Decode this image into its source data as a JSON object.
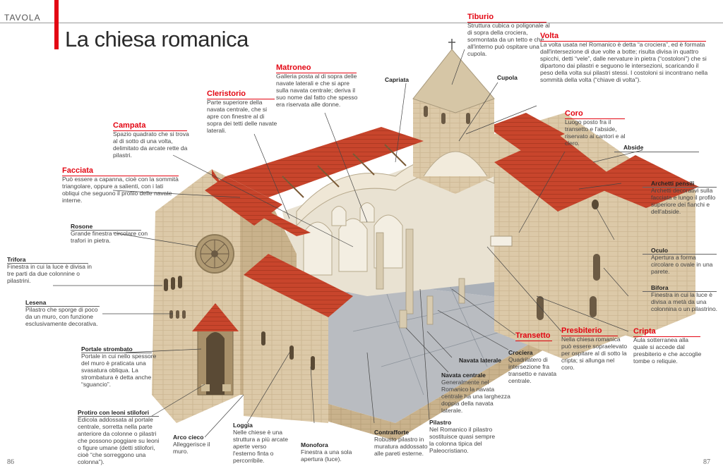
{
  "header": {
    "section": "TAVOLA",
    "title": "La chiesa romanica"
  },
  "pages": {
    "left": "86",
    "right": "87"
  },
  "colors": {
    "accent": "#e30613",
    "roof": "#c8452c",
    "stone": "#dcc9a8"
  },
  "labels": {
    "tiburio": {
      "title": "Tiburio",
      "text": "Struttura cubica o poligonale al di sopra della crociera, sormontata da un tetto e che all'interno può ospitare una cupola."
    },
    "volta": {
      "title": "Volta",
      "text": "La volta usata nel Romanico è detta “a crociera”, ed è formata dall'intersezione di due volte a botte; risulta divisa in quattro spicchi, detti “vele”, dalle nervature in pietra (“costoloni”) che si dipartono dai pilastri e seguono le intersezioni, scaricando il peso della volta sui pilastri stessi. I costoloni si incontrano nella sommità della volta (“chiave di volta”)."
    },
    "matroneo": {
      "title": "Matroneo",
      "text": "Galleria posta al di sopra delle navate laterali e che si apre sulla navata centrale; deriva il suo nome dal fatto che spesso era riservata alle donne."
    },
    "cleristorio": {
      "title": "Cleristorio",
      "text": "Parte superiore della navata centrale, che si apre con finestre al di sopra dei tetti delle navate laterali."
    },
    "campata": {
      "title": "Campata",
      "text": "Spazio quadrato che si trova al di sotto di una volta, delimitato da arcate rette da pilastri."
    },
    "facciata": {
      "title": "Facciata",
      "text": "Può essere a capanna, cioè con la sommità triangolare, oppure a salienti, con i lati obliqui che seguono il profilo delle navate interne."
    },
    "coro": {
      "title": "Coro",
      "text": "Luogo posto fra il transetto e l'abside, riservato ai cantori e al clero."
    },
    "capriata": {
      "title": "Capriata"
    },
    "cupola": {
      "title": "Cupola"
    },
    "abside": {
      "title": "Abside"
    },
    "rosone": {
      "title": "Rosone",
      "text": "Grande finestra circolare con trafori in pietra."
    },
    "trifora": {
      "title": "Trifora",
      "text": "Finestra in cui la luce è divisa in tre parti da due colonnine o pilastrini."
    },
    "lesena": {
      "title": "Lesena",
      "text": "Pilastro che sporge di poco da un muro, con funzione esclusivamente decorativa."
    },
    "portale": {
      "title": "Portale strombato",
      "text": "Portale in cui nello spessore del muro è praticata una svasatura obliqua. La strombatura è detta anche “sguancio”."
    },
    "protiro": {
      "title": "Protiro con leoni stilofori",
      "text": "Edicola addossata al portale centrale, sorretta nella parte anteriore da colonne o pilastri che possono poggiare su leoni o figure umane (detti stilofori, cioè “che sorreggono una colonna”)."
    },
    "arco_cieco": {
      "title": "Arco cieco",
      "text": "Alleggerisce il muro."
    },
    "loggia": {
      "title": "Loggia",
      "text": "Nelle chiese è una struttura a più arcate aperte verso l'esterno finta o percorribile."
    },
    "monofora": {
      "title": "Monofora",
      "text": "Finestra a una sola apertura (luce)."
    },
    "contrafforte": {
      "title": "Contrafforte",
      "text": "Robusto pilastro in muratura addossato alle pareti esterne."
    },
    "pilastro": {
      "title": "Pilastro",
      "text": "Nel Romanico il pilastro sostituisce quasi sempre la colonna tipica del Paleocristiano."
    },
    "navata_centrale": {
      "title": "Navata centrale",
      "text": "Generalmente nel Romanico la navata centrale ha una larghezza doppia della navata laterale."
    },
    "navata_laterale": {
      "title": "Navata laterale"
    },
    "crociera": {
      "title": "Crociera",
      "text": "Quadrilatero di intersezione fra transetto e navata centrale."
    },
    "transetto": {
      "title": "Transetto"
    },
    "presbiterio": {
      "title": "Presbiterio",
      "text": "Nella chiesa romanica può essere sopraelevato per ospitare al di sotto la cripta; si allunga nel coro."
    },
    "cripta": {
      "title": "Cripta",
      "text": "Aula sotterranea alla quale si accede dal presbiterio e che accoglie tombe o reliquie."
    },
    "archetti": {
      "title": "Archetti pensili",
      "text": "Archetti decorativi sulla facciata e lungo il profilo superiore dei fianchi e dell'abside."
    },
    "oculo": {
      "title": "Oculo",
      "text": "Apertura a forma circolare o ovale in una parete."
    },
    "bifora": {
      "title": "Bifora",
      "text": "Finestra in cui la luce è divisa a metà da una colonnina o un pilastrino."
    }
  }
}
